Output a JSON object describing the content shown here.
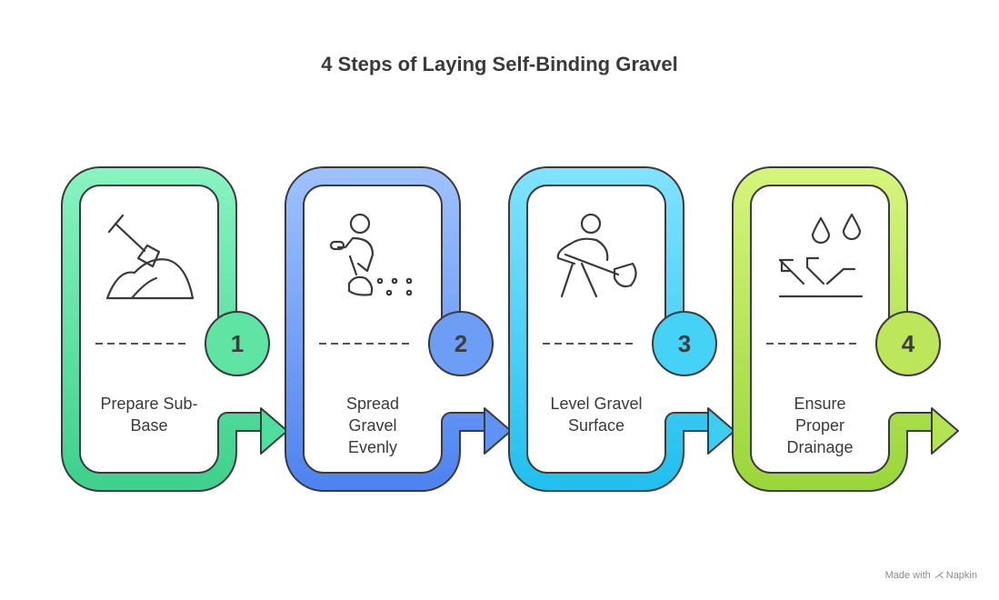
{
  "title": "4 Steps of Laying Self-Binding Gravel",
  "steps": [
    {
      "number": "1",
      "label": "Prepare Sub-\nBase",
      "icon": "shovel-dirt-pile-icon",
      "color_light": "#86f3c0",
      "color_dark": "#3fd18d"
    },
    {
      "number": "2",
      "label": "Spread\nGravel\nEvenly",
      "icon": "worker-spreading-gravel-icon",
      "color_light": "#9dc1ff",
      "color_dark": "#4f84f0"
    },
    {
      "number": "3",
      "label": "Level Gravel\nSurface",
      "icon": "worker-leveling-shovel-icon",
      "color_light": "#7fe2ff",
      "color_dark": "#22c0ee"
    },
    {
      "number": "4",
      "label": "Ensure\nProper\nDrainage",
      "icon": "water-drainage-icon",
      "color_light": "#d5f47a",
      "color_dark": "#9bd73a"
    }
  ],
  "footer": {
    "made_with": "Made with",
    "brand": "Napkin"
  }
}
